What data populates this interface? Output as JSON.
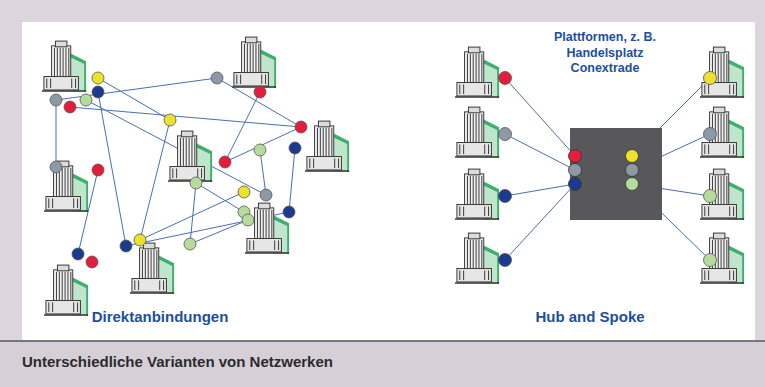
{
  "diagram": {
    "caption": "Unterschiedliche Varianten von Netzwerken",
    "nodes": [
      {
        "text": [
          "Plattformen, z. B. Handelsplatz Conextrade"
        ]
      }
    ],
    "labels": [
      "Direktanbindungen",
      "Hub and Spoke"
    ]
  }
}
